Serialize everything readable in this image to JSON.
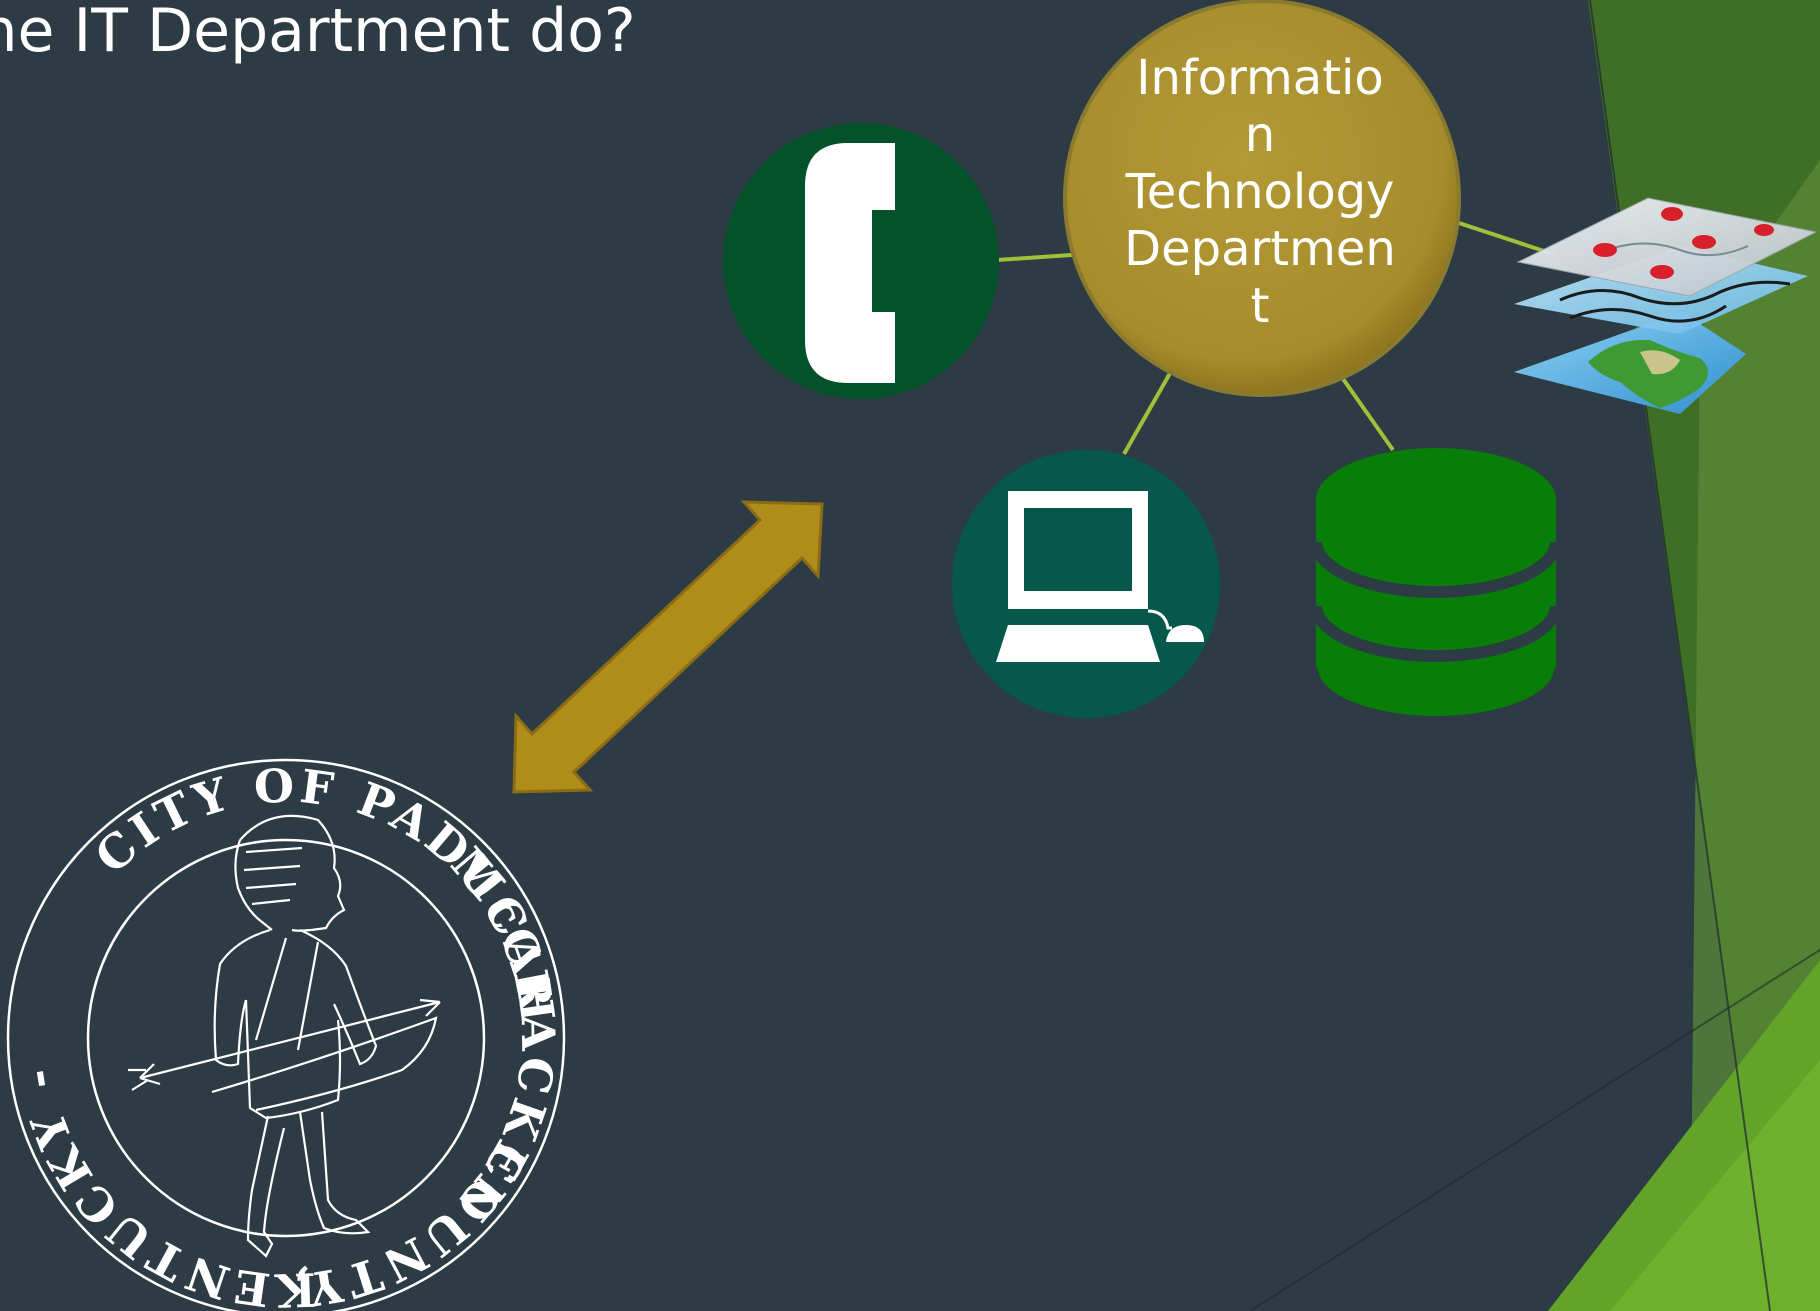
{
  "slide": {
    "title": "the IT Department do?",
    "center_node": {
      "lines": [
        "Informatio",
        "n",
        "Technology",
        "Departmen",
        "t"
      ]
    }
  },
  "nodes": {
    "phone": {
      "icon": "phone-icon"
    },
    "computer": {
      "icon": "computer-icon"
    },
    "database": {
      "icon": "database-icon"
    },
    "gis": {
      "icon": "gis-layers-icon"
    }
  },
  "seal": {
    "icon": "city-seal-logo",
    "text_top": "CITY OF PADUCAH",
    "text_right": "McCRACKEN",
    "text_bottom": "COUNTY,",
    "text_left": "KENTUCKY -"
  },
  "colors": {
    "background": "#2d3b44",
    "center_node": "#a89030",
    "phone_node": "#03522a",
    "computer_node": "#05584a",
    "database": "#087d08",
    "arrow": "#b08c1a",
    "connector": "#9cc23a",
    "accent_green": "#5fa028"
  }
}
